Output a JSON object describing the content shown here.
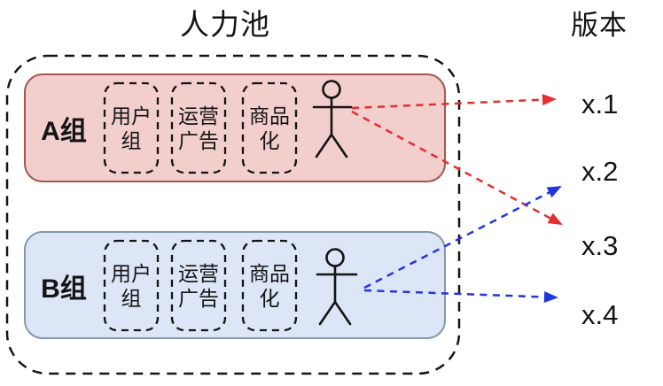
{
  "diagram": {
    "title": "人力池",
    "versions_title": "版本",
    "groups": [
      {
        "label": "A组",
        "fill": "#f2cecd",
        "border": "#a4574d",
        "arrow_color": "#e23030",
        "member_icon": "person-stick-figure",
        "roles": [
          "用户\n组",
          "运营\n广告",
          "商品\n化"
        ],
        "targets": [
          "x.1",
          "x.3"
        ]
      },
      {
        "label": "B组",
        "fill": "#dce6f6",
        "border": "#8696b2",
        "arrow_color": "#2236dd",
        "member_icon": "person-stick-figure",
        "roles": [
          "用户\n组",
          "运营\n广告",
          "商品\n化"
        ],
        "targets": [
          "x.2",
          "x.4"
        ]
      }
    ],
    "versions": [
      "x.1",
      "x.2",
      "x.3",
      "x.4"
    ]
  }
}
